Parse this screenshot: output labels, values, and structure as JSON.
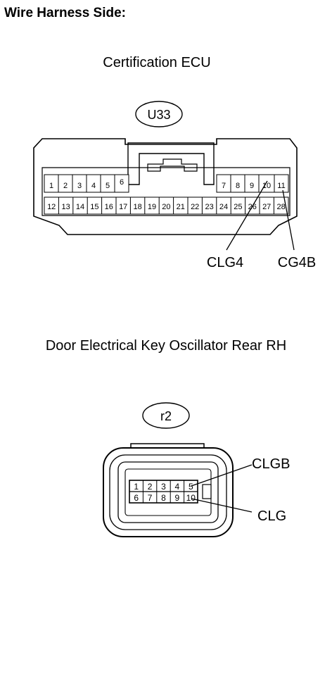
{
  "title": "Wire Harness Side:",
  "connector_1": {
    "name": "Certification ECU",
    "code": "U33",
    "pins_row1_left": [
      "1",
      "2",
      "3",
      "4",
      "5",
      "6"
    ],
    "pins_row1_right": [
      "7",
      "8",
      "9",
      "10",
      "11"
    ],
    "pins_row2": [
      "12",
      "13",
      "14",
      "15",
      "16",
      "17",
      "18",
      "19",
      "20",
      "21",
      "22",
      "23",
      "24",
      "25",
      "26",
      "27",
      "28"
    ],
    "callouts": [
      {
        "label": "CLG4",
        "pin": "10"
      },
      {
        "label": "CG4B",
        "pin": "11"
      }
    ]
  },
  "connector_2": {
    "name": "Door Electrical Key Oscillator Rear RH",
    "code": "r2",
    "pins_row1": [
      "1",
      "2",
      "3",
      "4",
      "5"
    ],
    "pins_row2": [
      "6",
      "7",
      "8",
      "9",
      "10"
    ],
    "callouts": [
      {
        "label": "CLGB",
        "pin": "5"
      },
      {
        "label": "CLG",
        "pin": "10"
      }
    ]
  }
}
